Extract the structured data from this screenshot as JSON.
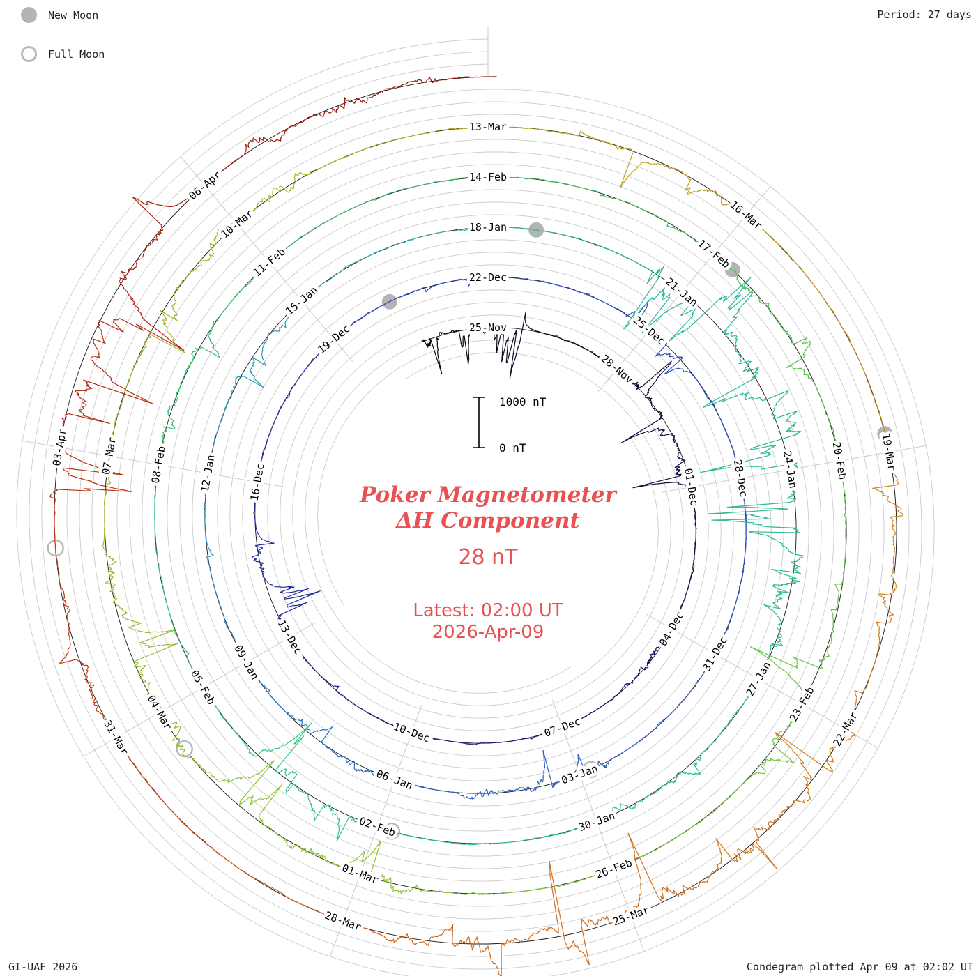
{
  "legend": {
    "new_moon": "New Moon",
    "full_moon": "Full Moon"
  },
  "header": {
    "period": "Period: 27 days"
  },
  "footer": {
    "left": "GI-UAF 2026",
    "right": "Condegram plotted Apr 09 at 02:02 UT"
  },
  "center": {
    "title_line1": "Poker Magnetometer",
    "title_line2": "ΔH Component",
    "scale_value": "28 nT",
    "latest_line1": "Latest: 02:00 UT",
    "latest_line2": "2026-Apr-09",
    "accent_color": "#e85252"
  },
  "scale_bar": {
    "top_label": "1000 nT",
    "bottom_label": "0 nT"
  },
  "chart_data": {
    "type": "condegram-spiral",
    "title": "Poker Magnetometer ΔH Component",
    "period_days": 27,
    "sectors": 9,
    "labels_every_days": 3,
    "scale_nT_per_ring": 1000,
    "start_date": "23-Nov",
    "first_label": "25-Nov",
    "end_date": "09-Apr 02:00 UT",
    "start_day": -1.5,
    "end_day": 135.08,
    "rings": [
      {
        "labels": [
          "25-Nov",
          "28-Nov",
          "01-Dec",
          "04-Dec",
          "07-Dec",
          "10-Dec",
          "13-Dec",
          "16-Dec",
          "19-Dec"
        ]
      },
      {
        "labels": [
          "22-Dec",
          "25-Dec",
          "28-Dec",
          "31-Dec",
          "03-Jan",
          "06-Jan",
          "09-Jan",
          "12-Jan",
          "15-Jan"
        ]
      },
      {
        "labels": [
          "18-Jan",
          "21-Jan",
          "24-Jan",
          "27-Jan",
          "30-Jan",
          "02-Feb",
          "05-Feb",
          "08-Feb",
          "11-Feb"
        ]
      },
      {
        "labels": [
          "14-Feb",
          "17-Feb",
          "20-Feb",
          "23-Feb",
          "26-Feb",
          "01-Mar",
          "04-Mar",
          "07-Mar",
          "10-Mar"
        ]
      },
      {
        "labels": [
          "13-Mar",
          "16-Mar",
          "19-Mar",
          "22-Mar",
          "25-Mar",
          "28-Mar",
          "31-Mar",
          "03-Apr",
          "06-Apr"
        ]
      }
    ],
    "moon_events": [
      {
        "type": "new",
        "date": "20-Dec",
        "day": 25.2
      },
      {
        "type": "full",
        "date": "03-Jan",
        "day": 38.8
      },
      {
        "type": "new",
        "date": "18-Jan",
        "day": 54.7
      },
      {
        "type": "full",
        "date": "01-Feb",
        "day": 68.8
      },
      {
        "type": "new",
        "date": "17-Feb",
        "day": 84.3
      },
      {
        "type": "full",
        "date": "03-Mar",
        "day": 98.5
      },
      {
        "type": "new",
        "date": "19-Mar",
        "day": 113.8
      },
      {
        "type": "full",
        "date": "02-Apr",
        "day": 128.0
      }
    ],
    "color_stops": [
      {
        "day": -1.5,
        "color": "#06060e"
      },
      {
        "day": 14,
        "color": "#1c1c80"
      },
      {
        "day": 27,
        "color": "#2840b8"
      },
      {
        "day": 41,
        "color": "#2f62c8"
      },
      {
        "day": 54,
        "color": "#2cb2a4"
      },
      {
        "day": 68,
        "color": "#30c48c"
      },
      {
        "day": 81,
        "color": "#3cba62"
      },
      {
        "day": 95,
        "color": "#84c832"
      },
      {
        "day": 108,
        "color": "#b4ac28"
      },
      {
        "day": 114,
        "color": "#cc8818"
      },
      {
        "day": 122,
        "color": "#d2691e"
      },
      {
        "day": 128,
        "color": "#c03515"
      },
      {
        "day": 135,
        "color": "#8f1007"
      }
    ],
    "activity_periods": [
      {
        "start": -1.5,
        "end": 0.8,
        "level": 1.0
      },
      {
        "start": 3.5,
        "end": 6,
        "level": 0.85
      },
      {
        "start": 9,
        "end": 10.5,
        "level": 0.5
      },
      {
        "start": 18,
        "end": 20,
        "level": 0.7
      },
      {
        "start": 29.5,
        "end": 31,
        "level": 0.55
      },
      {
        "start": 38.5,
        "end": 41,
        "level": 0.75
      },
      {
        "start": 42,
        "end": 44,
        "level": 0.6
      },
      {
        "start": 49,
        "end": 50.5,
        "level": 0.5
      },
      {
        "start": 56.5,
        "end": 62.5,
        "level": 1.85
      },
      {
        "start": 64,
        "end": 66,
        "level": 0.6
      },
      {
        "start": 69,
        "end": 71,
        "level": 0.85
      },
      {
        "start": 75,
        "end": 77,
        "level": 0.6
      },
      {
        "start": 84,
        "end": 86,
        "level": 0.6
      },
      {
        "start": 89,
        "end": 91,
        "level": 0.85
      },
      {
        "start": 95,
        "end": 101,
        "level": 1.05
      },
      {
        "start": 103,
        "end": 106,
        "level": 0.85
      },
      {
        "start": 109,
        "end": 111,
        "level": 0.6
      },
      {
        "start": 114,
        "end": 116,
        "level": 0.7
      },
      {
        "start": 117,
        "end": 122.5,
        "level": 1.35
      },
      {
        "start": 126,
        "end": 127.5,
        "level": 0.8
      },
      {
        "start": 128.5,
        "end": 131.5,
        "level": 1.25
      },
      {
        "start": 132.5,
        "end": 134.5,
        "level": 0.9
      }
    ]
  }
}
